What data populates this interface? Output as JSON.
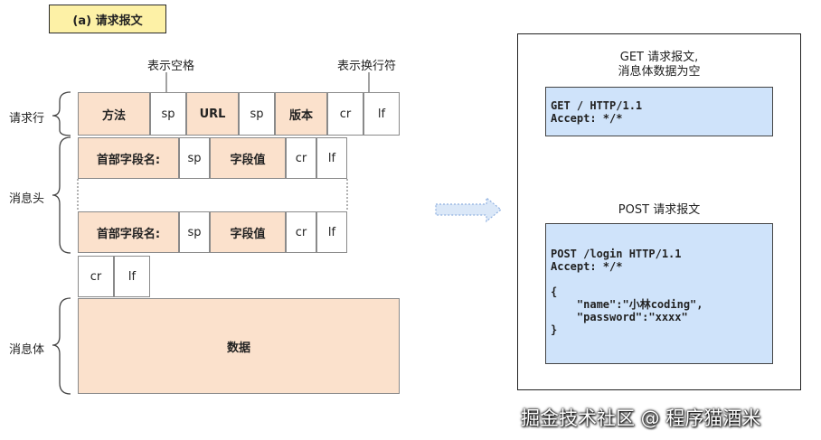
{
  "title": "(a) 请求报文",
  "annotations": {
    "space": "表示空格",
    "newline": "表示换行符"
  },
  "side_labels": {
    "request_line": "请求行",
    "headers": "消息头",
    "body": "消息体"
  },
  "request_line": [
    "方法",
    "sp",
    "URL",
    "sp",
    "版本",
    "cr",
    "lf"
  ],
  "header_row_1": [
    "首部字段名:",
    "sp",
    "字段值",
    "cr",
    "lf"
  ],
  "header_row_2": [
    "首部字段名:",
    "sp",
    "字段值",
    "cr",
    "lf"
  ],
  "blank_line": [
    "cr",
    "lf"
  ],
  "body_label": "数据",
  "get_example": {
    "note_line1": "GET 请求报文,",
    "note_line2": "消息体数据为空",
    "code": "GET / HTTP/1.1\nAccept: */*"
  },
  "post_example": {
    "note": "POST 请求报文",
    "code": "POST /login HTTP/1.1\nAccept: */*\n\n{\n    \"name\":\"小林coding\",\n    \"password\":\"xxxx\"\n}"
  },
  "watermark": "掘金技术社区 @ 程序猫酒米",
  "colors": {
    "field_fill": "#fbe1cc",
    "title_fill": "#fdf1a6",
    "code_fill": "#cfe3fa",
    "arrow": "#bcd3f2"
  }
}
